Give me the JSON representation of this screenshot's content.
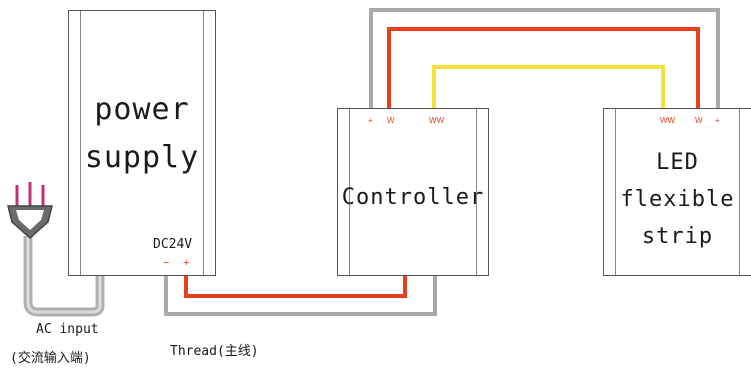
{
  "power_supply": {
    "title_line1": "power",
    "title_line2": "supply",
    "output_label": "DC24V",
    "terminal_minus": "−",
    "terminal_plus": "+"
  },
  "controller": {
    "title": "Controller",
    "terminal_plus": "+",
    "terminal_w": "W",
    "terminal_ww": "WW"
  },
  "led_strip": {
    "title_line1": "LED",
    "title_line2": "flexible",
    "title_line3": "strip",
    "terminal_ww": "WW",
    "terminal_w": "W",
    "terminal_plus": "+"
  },
  "ac_input": {
    "label": "AC input",
    "label_cn": "(交流输入端)"
  },
  "thread_label": "Thread(主线)",
  "colors": {
    "wire_gray": "#a9a9a9",
    "wire_red": "#e8401f",
    "wire_yellow": "#f2e23a",
    "plug_prong": "#c0307a"
  }
}
